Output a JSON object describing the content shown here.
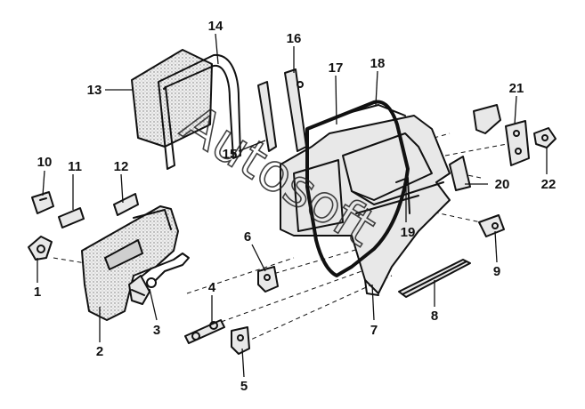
{
  "watermark": "Autosoft",
  "callouts": [
    {
      "id": "1",
      "label": "1"
    },
    {
      "id": "2",
      "label": "2"
    },
    {
      "id": "3",
      "label": "3"
    },
    {
      "id": "4",
      "label": "4"
    },
    {
      "id": "5",
      "label": "5"
    },
    {
      "id": "6",
      "label": "6"
    },
    {
      "id": "7",
      "label": "7"
    },
    {
      "id": "8",
      "label": "8"
    },
    {
      "id": "9",
      "label": "9"
    },
    {
      "id": "10",
      "label": "10"
    },
    {
      "id": "11",
      "label": "11"
    },
    {
      "id": "12",
      "label": "12"
    },
    {
      "id": "13",
      "label": "13"
    },
    {
      "id": "14",
      "label": "14"
    },
    {
      "id": "15",
      "label": "15"
    },
    {
      "id": "16",
      "label": "16"
    },
    {
      "id": "17",
      "label": "17"
    },
    {
      "id": "18",
      "label": "18"
    },
    {
      "id": "19",
      "label": "19"
    },
    {
      "id": "20",
      "label": "20"
    },
    {
      "id": "21",
      "label": "21"
    },
    {
      "id": "22",
      "label": "22"
    }
  ]
}
